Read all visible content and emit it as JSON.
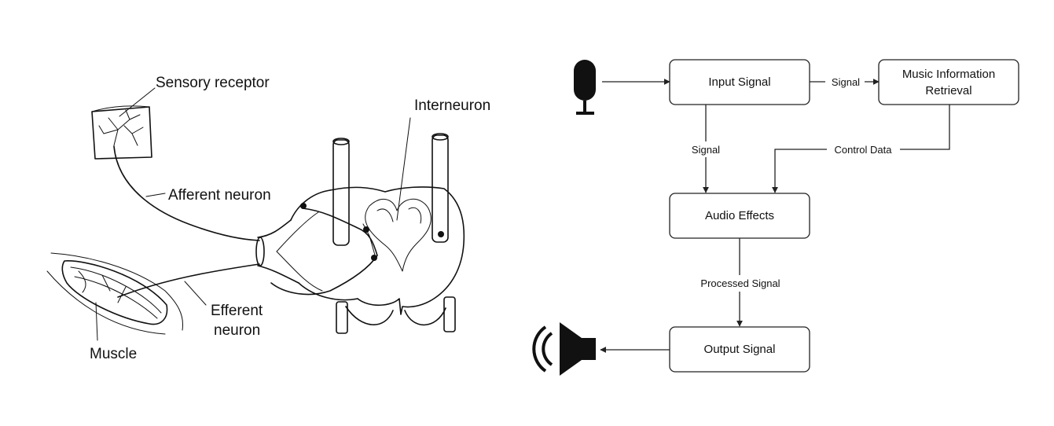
{
  "reflex_arc": {
    "labels": {
      "sensory_receptor": "Sensory receptor",
      "interneuron": "Interneuron",
      "afferent_neuron": "Afferent neuron",
      "efferent_neuron_line1": "Efferent",
      "efferent_neuron_line2": "neuron",
      "muscle": "Muscle"
    }
  },
  "flowchart": {
    "nodes": {
      "input_signal": "Input Signal",
      "mir_line1": "Music Information",
      "mir_line2": "Retrieval",
      "audio_effects": "Audio Effects",
      "output_signal": "Output Signal"
    },
    "edges": {
      "input_to_mir": "Signal",
      "input_to_effects": "Signal",
      "mir_to_effects": "Control Data",
      "effects_to_output": "Processed Signal"
    },
    "icons": {
      "input": "microphone-icon",
      "output": "speaker-icon"
    }
  }
}
